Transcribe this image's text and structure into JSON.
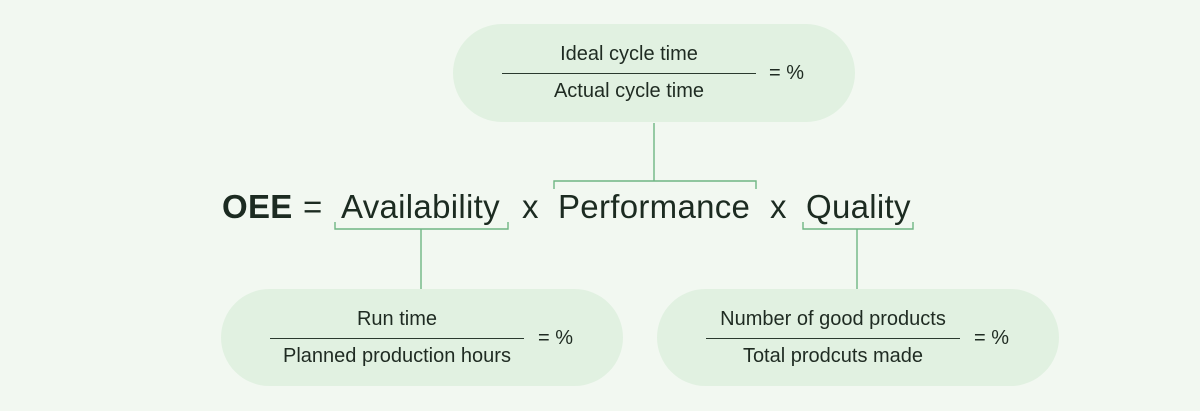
{
  "formula": {
    "lhs": "OEE",
    "equals": "=",
    "factors": [
      "Availability",
      "Performance",
      "Quality"
    ],
    "operator": "x"
  },
  "performance_ratio": {
    "numerator": "Ideal cycle time",
    "denominator": "Actual cycle time",
    "result": "= %"
  },
  "availability_ratio": {
    "numerator": "Run time",
    "denominator": "Planned production hours",
    "result": "= %"
  },
  "quality_ratio": {
    "numerator": "Number of good products",
    "denominator": "Total prodcuts made",
    "result": "= %"
  },
  "colors": {
    "background": "#f2f8f1",
    "pill": "#e1f1e1",
    "connector": "#6fb684",
    "text": "#1c2b21"
  }
}
